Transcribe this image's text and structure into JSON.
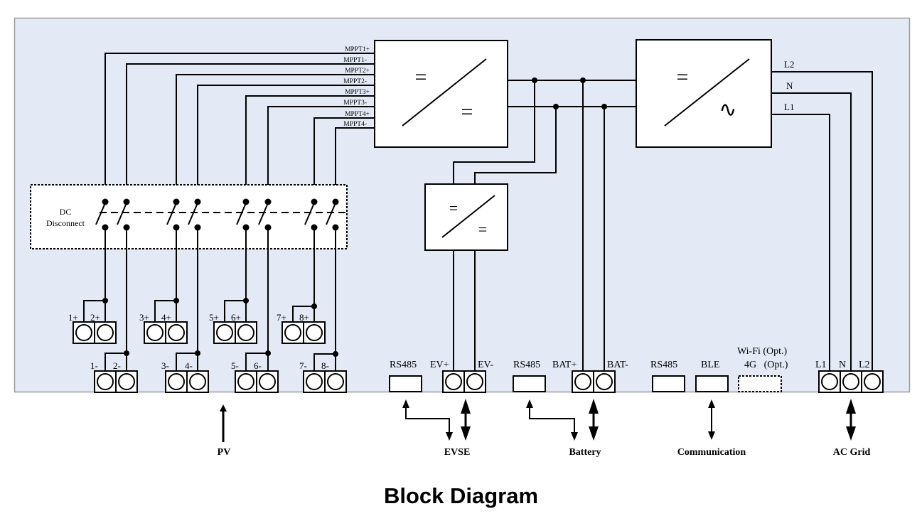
{
  "caption": "Block Diagram",
  "colors": {
    "panel_fill": "#E3EAF6",
    "panel_border": "#9A9A9A",
    "line": "#000000",
    "box_fill": "#FFFFFF"
  },
  "converters": {
    "pv_dcdc": {
      "input_symbol": "=",
      "output_symbol": "="
    },
    "inverter": {
      "input_symbol": "=",
      "output_symbol": "∿"
    },
    "ev_dcdc": {
      "input_symbol": "=",
      "output_symbol": "="
    }
  },
  "mppt_labels": [
    "MPPT1+",
    "MPPT1-",
    "MPPT2+",
    "MPPT2-",
    "MPPT3+",
    "MPPT3-",
    "MPPT4+",
    "MPPT4-"
  ],
  "ac_output_labels": {
    "l2": "L2",
    "n": "N",
    "l1": "L1"
  },
  "dc_disconnect": {
    "line1": "DC",
    "line2": "Disconnect"
  },
  "pv_terminals": {
    "positive": [
      [
        "1+",
        "2+"
      ],
      [
        "3+",
        "4+"
      ],
      [
        "5+",
        "6+"
      ],
      [
        "7+",
        "8+"
      ]
    ],
    "negative": [
      [
        "1-",
        "2-"
      ],
      [
        "3-",
        "4-"
      ],
      [
        "5-",
        "6-"
      ],
      [
        "7-",
        "8-"
      ]
    ]
  },
  "ports": {
    "ev_rs485": "RS485",
    "ev_plus": "EV+",
    "ev_minus": "EV-",
    "bat_rs485": "RS485",
    "bat_plus": "BAT+",
    "bat_minus": "BAT-",
    "comm_rs485": "RS485",
    "ble": "BLE",
    "wifi": "Wi-Fi (Opt.)",
    "g4": "4G   (Opt.)",
    "grid_l1": "L1",
    "grid_n": "N",
    "grid_l2": "L2"
  },
  "external": {
    "pv": "PV",
    "evse": "EVSE",
    "battery": "Battery",
    "communication": "Communication",
    "ac_grid": "AC Grid"
  }
}
